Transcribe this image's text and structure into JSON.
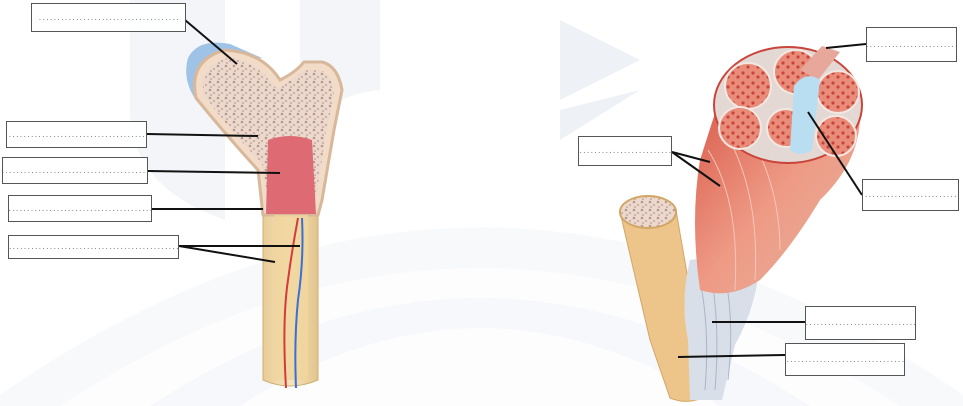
{
  "labels": {
    "bone": [
      {
        "id": "bone-label-1",
        "text": "......................................"
      },
      {
        "id": "bone-label-2",
        "text": "........................................................."
      },
      {
        "id": "bone-label-3",
        "text": "........................................................................"
      },
      {
        "id": "bone-label-4",
        "text": "..................................................."
      },
      {
        "id": "bone-label-5",
        "text": "............................................................"
      }
    ],
    "muscle": [
      {
        "id": "muscle-label-1",
        "text": "..........................."
      },
      {
        "id": "muscle-label-2",
        "text": "..................................."
      },
      {
        "id": "muscle-label-3",
        "text": "................................."
      },
      {
        "id": "muscle-label-4",
        "text": "........................................"
      },
      {
        "id": "muscle-label-5",
        "text": "........................................"
      }
    ]
  },
  "colors": {
    "spongy_bone": "#e8d2c4",
    "cartilage": "#9ec3e6",
    "marrow": "#e0707a",
    "compact_bone": "#f1d9a8",
    "artery": "#d43a3a",
    "vein": "#3a6fd4",
    "muscle": "#e27865",
    "muscle_dark": "#c9443a",
    "tendon": "#d7dde6",
    "watermark": "#eef1f6"
  }
}
